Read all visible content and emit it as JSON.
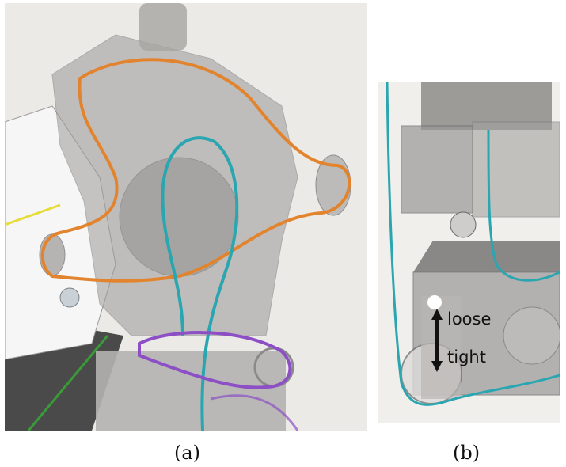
{
  "panels": [
    {
      "id": "a",
      "caption": "(a)"
    },
    {
      "id": "b",
      "caption": "(b)"
    }
  ],
  "annotations": {
    "loose": "loose",
    "tight": "tight"
  },
  "colors": {
    "belt_orange": "#e2842e",
    "belt_cyan": "#2aa6b0",
    "belt_purple": "#8d4fc6",
    "belt_yellow": "#e6dc3a",
    "belt_green": "#3a9a3a",
    "arrow": "#111111"
  }
}
